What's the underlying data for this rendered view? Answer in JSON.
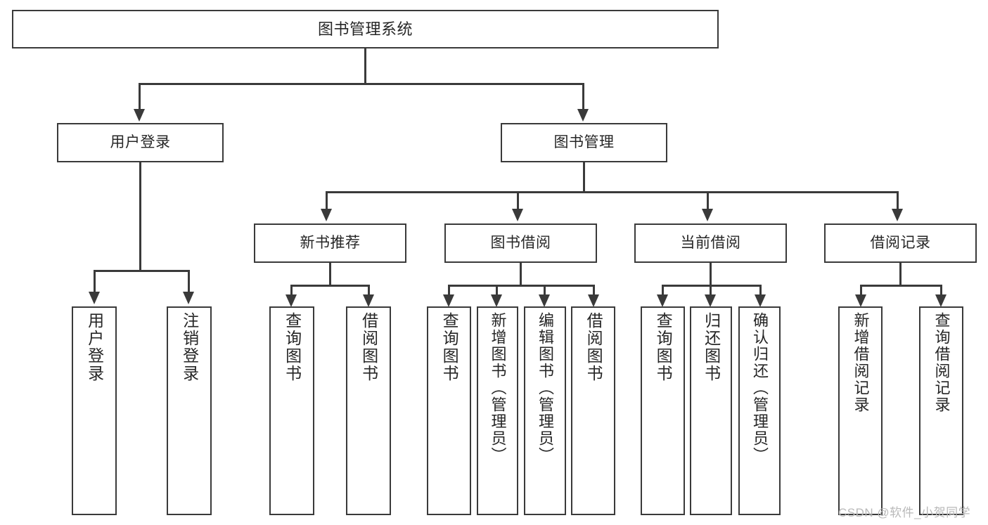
{
  "diagram": {
    "title": "图书管理系统",
    "type": "功能结构图",
    "root": {
      "label": "图书管理系统"
    },
    "level1": [
      {
        "label": "用户登录"
      },
      {
        "label": "图书管理"
      }
    ],
    "level2": [
      {
        "label": "新书推荐"
      },
      {
        "label": "图书借阅"
      },
      {
        "label": "当前借阅"
      },
      {
        "label": "借阅记录"
      }
    ],
    "leaves": {
      "user_login": [
        {
          "label": "用户登录"
        },
        {
          "label": "注销登录"
        }
      ],
      "new_book_recommend": [
        {
          "label": "查询图书"
        },
        {
          "label": "借阅图书"
        }
      ],
      "book_borrow": [
        {
          "label": "查询图书"
        },
        {
          "label": "新增图书（管理员）"
        },
        {
          "label": "编辑图书（管理员）"
        },
        {
          "label": "借阅图书"
        }
      ],
      "current_borrow": [
        {
          "label": "查询图书"
        },
        {
          "label": "归还图书"
        },
        {
          "label": "确认归还（管理员）"
        }
      ],
      "borrow_record": [
        {
          "label": "新增借阅记录"
        },
        {
          "label": "查询借阅记录"
        }
      ]
    }
  },
  "watermark": {
    "text": "CSDN @软件_小贺同学"
  },
  "colors": {
    "stroke": "#3a3a3a",
    "fill": "#ffffff",
    "text": "#262626",
    "watermark": "#b9b9b9"
  }
}
